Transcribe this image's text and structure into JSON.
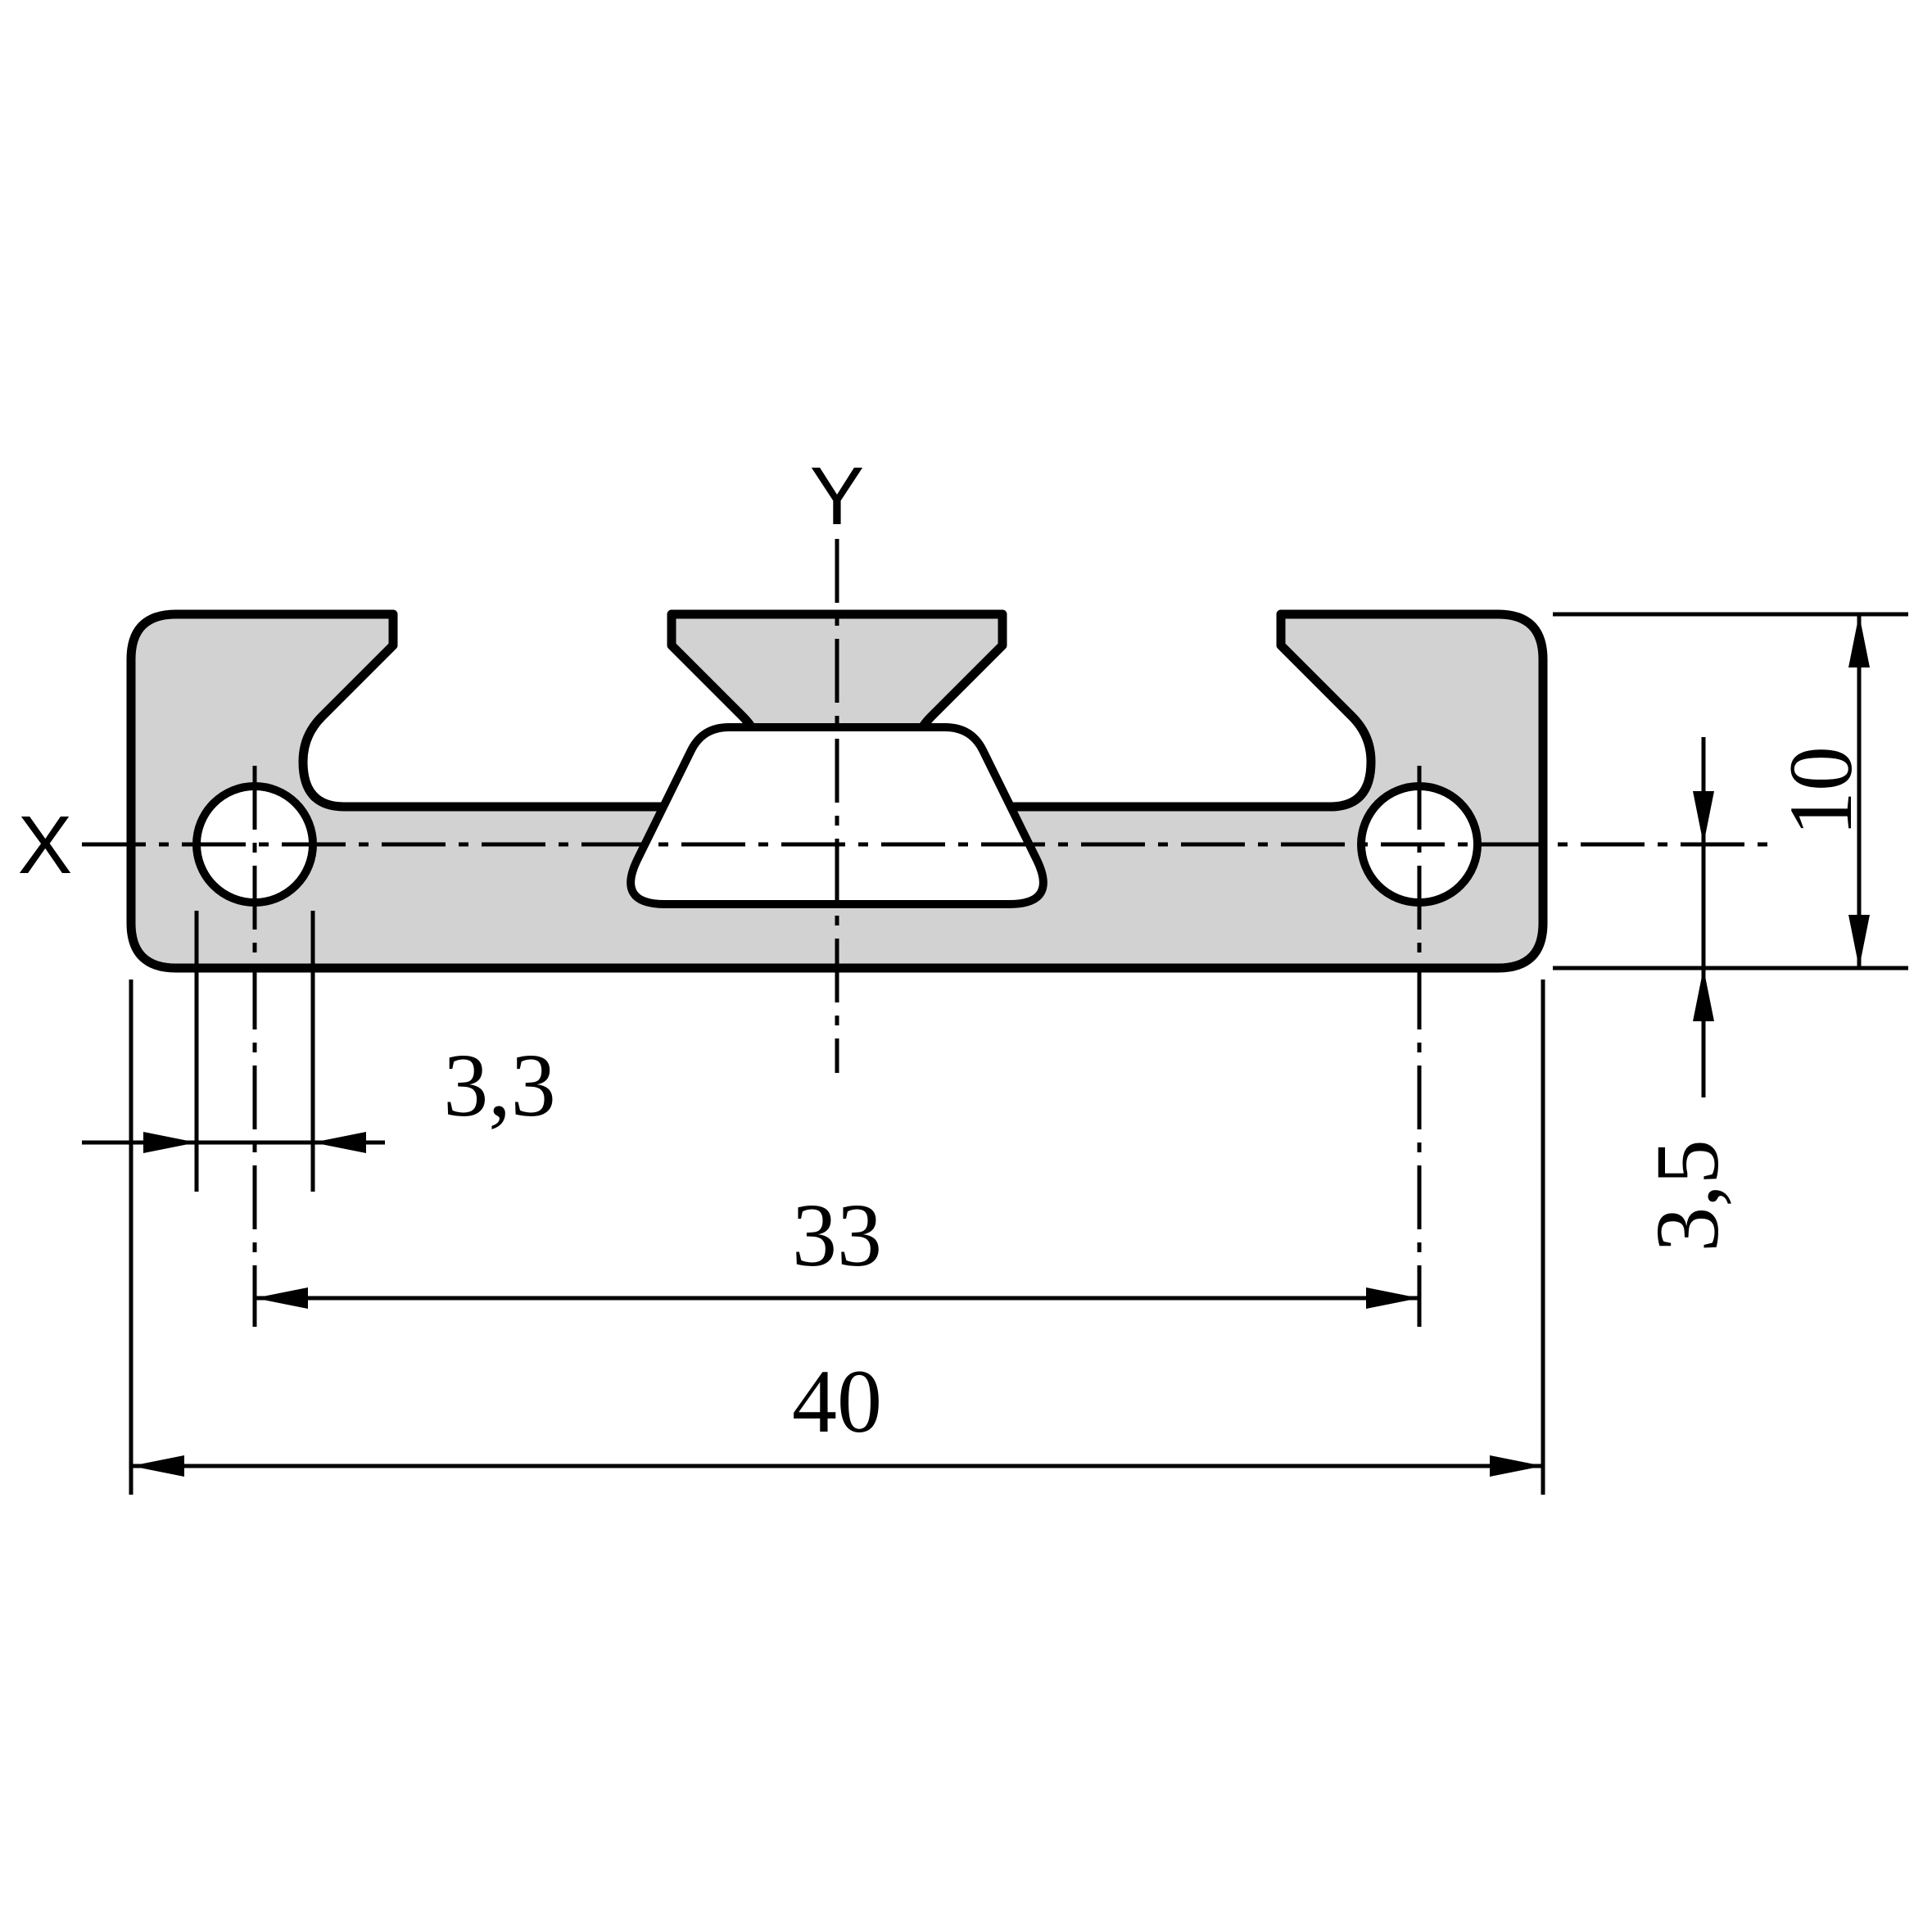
{
  "drawing": {
    "description": "Technical cross-section drawing of a 40x10 aluminium extrusion profile with two T-slots, two core holes and a central trapezoid cavity",
    "axes": {
      "x_label": "X",
      "y_label": "Y"
    },
    "dimensions": {
      "hole_diameter": "3,3",
      "hole_center_spacing": "33",
      "overall_width": "40",
      "overall_height": "10",
      "center_axis_to_bottom": "3,5"
    },
    "colors": {
      "background": "#ffffff",
      "profile_fill": "#d2d2d2",
      "line": "#000000"
    }
  }
}
